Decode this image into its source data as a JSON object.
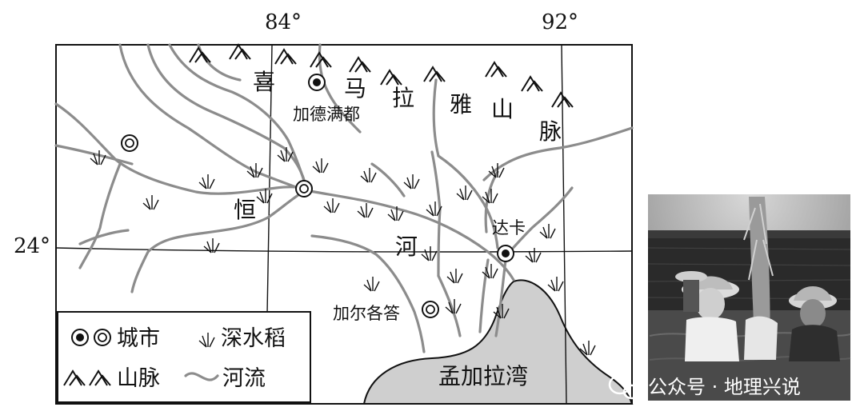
{
  "coords": {
    "lon_84": "84°",
    "lon_92": "92°",
    "lat_24": "24°"
  },
  "mountain_chars": [
    "喜",
    "马",
    "拉",
    "雅",
    "山",
    "脉"
  ],
  "river_chars": [
    "恒",
    "河"
  ],
  "cities": {
    "kathmandu": "加德满都",
    "dhaka": "达卡",
    "kolkata": "加尔各答"
  },
  "sea": "孟加拉湾",
  "legend": {
    "city": "城市",
    "rice": "深水稻",
    "mountain": "山脉",
    "river": "河流"
  },
  "watermark": "公众号 · 地理兴说",
  "colors": {
    "river": "#8c8c8c",
    "sea": "#cfcfcf",
    "ink": "#111111"
  }
}
